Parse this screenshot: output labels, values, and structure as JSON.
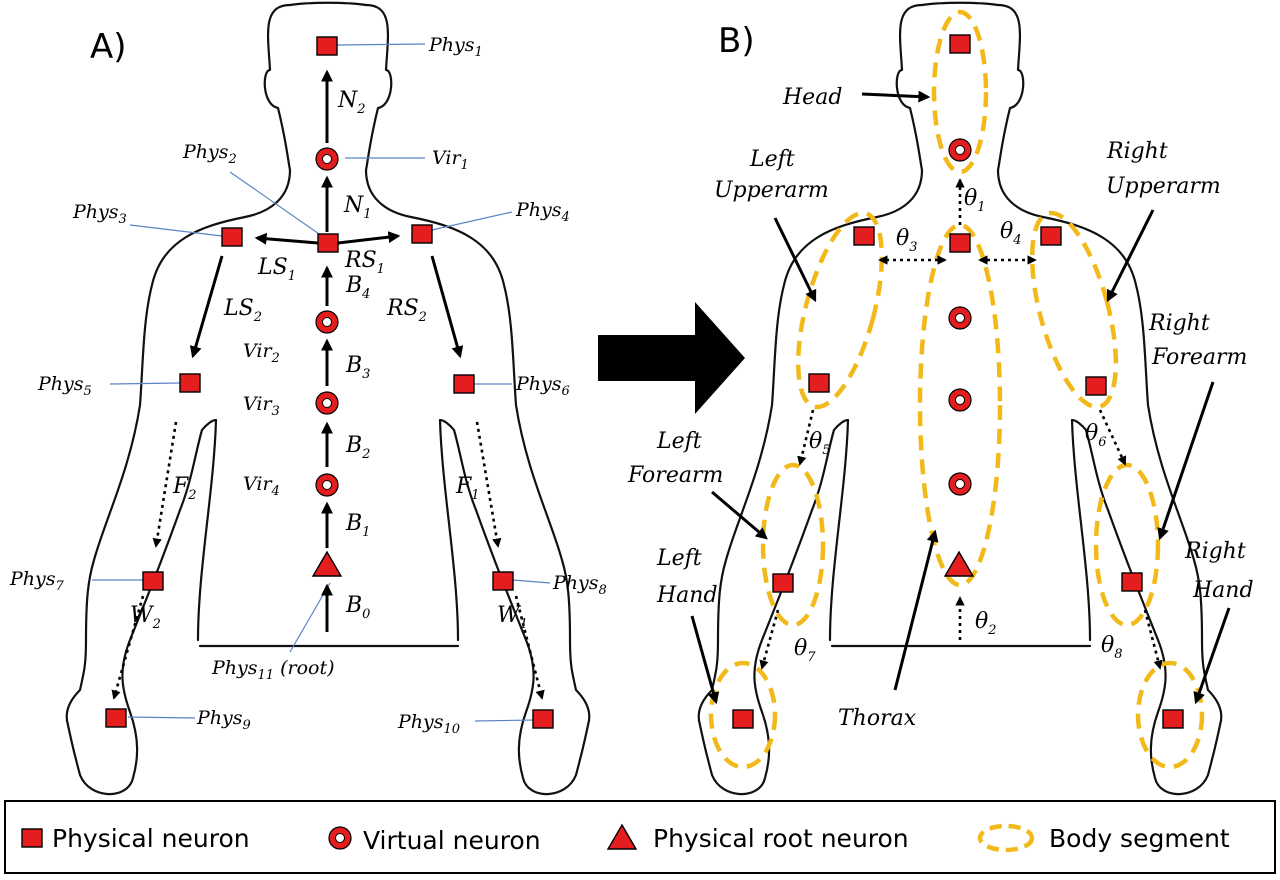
{
  "panels": {
    "a": "A)",
    "b": "B)"
  },
  "a_labels": {
    "phys1": "Phys",
    "phys1_sub": "1",
    "phys2": "Phys",
    "phys2_sub": "2",
    "phys3": "Phys",
    "phys3_sub": "3",
    "phys4": "Phys",
    "phys4_sub": "4",
    "phys5": "Phys",
    "phys5_sub": "5",
    "phys6": "Phys",
    "phys6_sub": "6",
    "phys7": "Phys",
    "phys7_sub": "7",
    "phys8": "Phys",
    "phys8_sub": "8",
    "phys9": "Phys",
    "phys9_sub": "9",
    "phys10": "Phys",
    "phys10_sub": "10",
    "phys11": "Phys",
    "phys11_sub": "11",
    "phys11_suffix": " (root)",
    "vir1": "Vir",
    "vir1_sub": "1",
    "vir2": "Vir",
    "vir2_sub": "2",
    "vir3": "Vir",
    "vir3_sub": "3",
    "vir4": "Vir",
    "vir4_sub": "4"
  },
  "a_edges": {
    "n2": "N",
    "n2_sub": "2",
    "n1": "N",
    "n1_sub": "1",
    "ls1": "LS",
    "ls1_sub": "1",
    "rs1": "RS",
    "rs1_sub": "1",
    "ls2": "LS",
    "ls2_sub": "2",
    "rs2": "RS",
    "rs2_sub": "2",
    "b4": "B",
    "b4_sub": "4",
    "b3": "B",
    "b3_sub": "3",
    "b2": "B",
    "b2_sub": "2",
    "b1": "B",
    "b1_sub": "1",
    "b0": "B",
    "b0_sub": "0",
    "f2": "F",
    "f2_sub": "2",
    "f1": "F",
    "f1_sub": "1",
    "w2": "W",
    "w2_sub": "2",
    "w1": "W",
    "w1_sub": "1"
  },
  "b_segments": {
    "head": "Head",
    "left_upperarm_1": "Left",
    "left_upperarm_2": "Upperarm",
    "right_upperarm_1": "Right",
    "right_upperarm_2": "Upperarm",
    "right_forearm_1": "Right",
    "right_forearm_2": "Forearm",
    "left_forearm_1": "Left",
    "left_forearm_2": "Forearm",
    "left_hand_1": "Left",
    "left_hand_2": "Hand",
    "right_hand_1": "Right",
    "right_hand_2": "Hand",
    "thorax": "Thorax"
  },
  "b_angles": {
    "t1": "θ",
    "t1_sub": "1",
    "t2": "θ",
    "t2_sub": "2",
    "t3": "θ",
    "t3_sub": "3",
    "t4": "θ",
    "t4_sub": "4",
    "t5": "θ",
    "t5_sub": "5",
    "t6": "θ",
    "t6_sub": "6",
    "t7": "θ",
    "t7_sub": "7",
    "t8": "θ",
    "t8_sub": "8"
  },
  "legend": {
    "physical": "Physical neuron",
    "virtual": "Virtual neuron",
    "root": "Physical root neuron",
    "segment": "Body segment"
  },
  "colors": {
    "neuron": "#e41e1e",
    "segment": "#f2b91a",
    "leader": "#5b84c4"
  }
}
